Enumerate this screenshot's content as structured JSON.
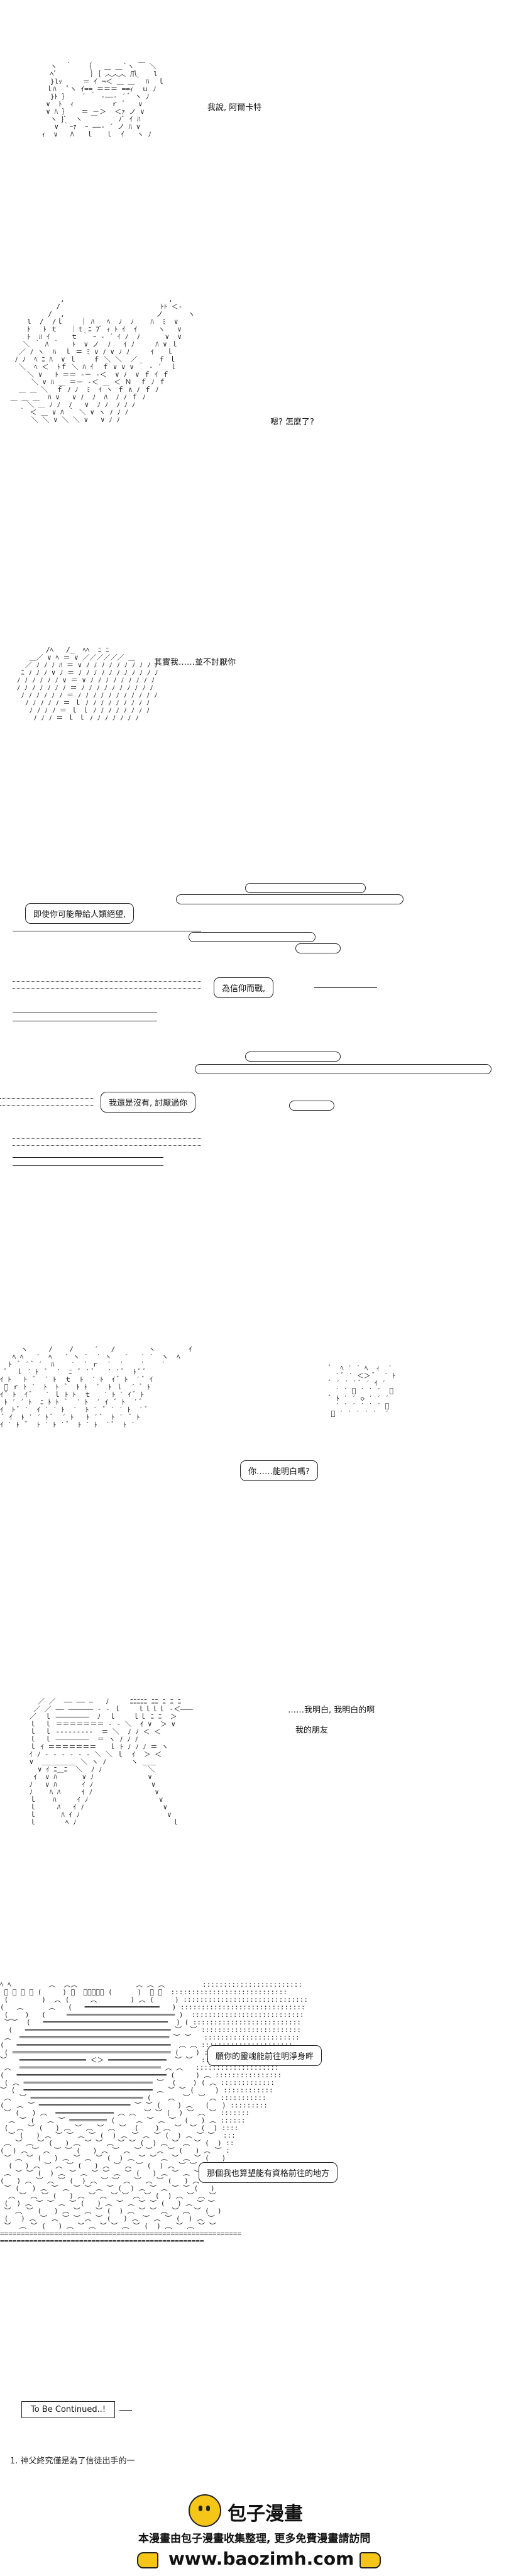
{
  "panels": {
    "p1": {
      "line": "我說, 阿爾卡特"
    },
    "p2": {
      "line": "嗯? 怎麼了?"
    },
    "p3": {
      "line": "其實我……並不討厭你"
    },
    "p4": {
      "bubble_1": "即使你可能帶給人類絕望,",
      "bubble_2": "為信仰而戰,",
      "bubble_3": "我還是沒有, 討厭過你"
    },
    "p5": {
      "bubble": "你……能明白嗎?"
    },
    "p6": {
      "line_1": "……我明白, 我明白的啊",
      "line_2": "我的朋友"
    },
    "p7": {
      "bubble_1": "願你的靈魂能前往明淨身畔",
      "bubble_2": "那個我也算望能有資格前往的地方"
    },
    "ending": {
      "label": "To Be Continued..!"
    },
    "footnote": "1. 神父終究僅是為了信徒出手的一"
  },
  "branding": {
    "title": "包子漫畫",
    "line": "本漫畫由包子漫畫收集整理, 更多免費漫畫請訪問",
    "url": "www.baozimh.com",
    "logo_icon": "bun-mascot-icon",
    "hand_icon": "pointing-hand-icon",
    "accent": "#f5c518"
  }
}
